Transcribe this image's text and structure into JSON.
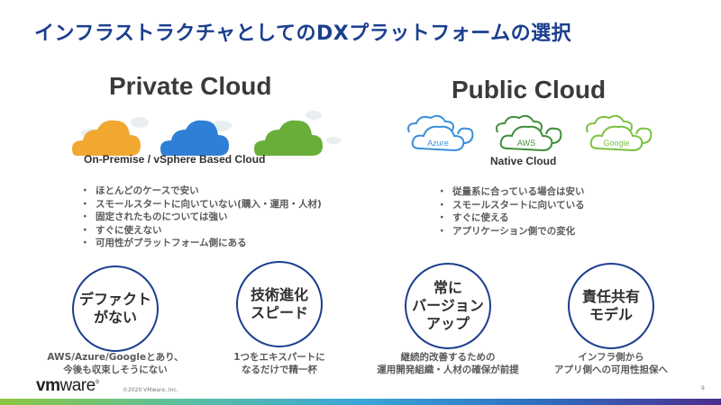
{
  "slide": {
    "title": "インフラストラクチャとしてのDXプラットフォームの選択",
    "page_number": "9"
  },
  "private": {
    "heading": "Private Cloud",
    "subtitle": "On-Premise / vSphere Based Cloud",
    "cloud_icons": [
      {
        "name": "orange-cloud-icon",
        "color": "#f0a830"
      },
      {
        "name": "blue-cloud-icon",
        "color": "#2f7fd6"
      },
      {
        "name": "green-cloud-icon",
        "color": "#6aae3a"
      }
    ],
    "bullets": [
      "ほとんどのケースで安い",
      "スモールスタートに向いていない(購入・運用・人材)",
      "固定されたものについては強い",
      "すぐに使えない",
      "可用性がプラットフォーム側にある"
    ]
  },
  "public": {
    "heading": "Public Cloud",
    "subtitle": "Native Cloud",
    "cloud_icons": [
      {
        "label": "Azure",
        "color": "#3a8fdc"
      },
      {
        "label": "AWS",
        "color": "#3f8f3a"
      },
      {
        "label": "Google",
        "color": "#7cc142"
      }
    ],
    "bullets": [
      "従量系に合っている場合は安い",
      "スモールスタートに向いている",
      "すぐに使える",
      "アプリケーション側での変化"
    ]
  },
  "circles": [
    {
      "label": "デファクト\nがない",
      "caption": "AWS/Azure/Googleとあり、\n今後も収束しそうにない"
    },
    {
      "label": "技術進化\nスピード",
      "caption": "1つをエキスパートに\nなるだけで精一杯"
    },
    {
      "label": "常に\nバージョン\nアップ",
      "caption": "継続的改善するための\n運用開発組織・人材の確保が前提"
    },
    {
      "label": "責任共有\nモデル",
      "caption": "インフラ側から\nアプリ側への可用性担保へ"
    }
  ],
  "footer": {
    "logo_vm": "vm",
    "logo_ware": "ware",
    "logo_reg": "®",
    "copyright": "©2020 VMware, Inc."
  },
  "colors": {
    "title": "#1b3e8e",
    "circle_border": "#1b3e8e"
  }
}
